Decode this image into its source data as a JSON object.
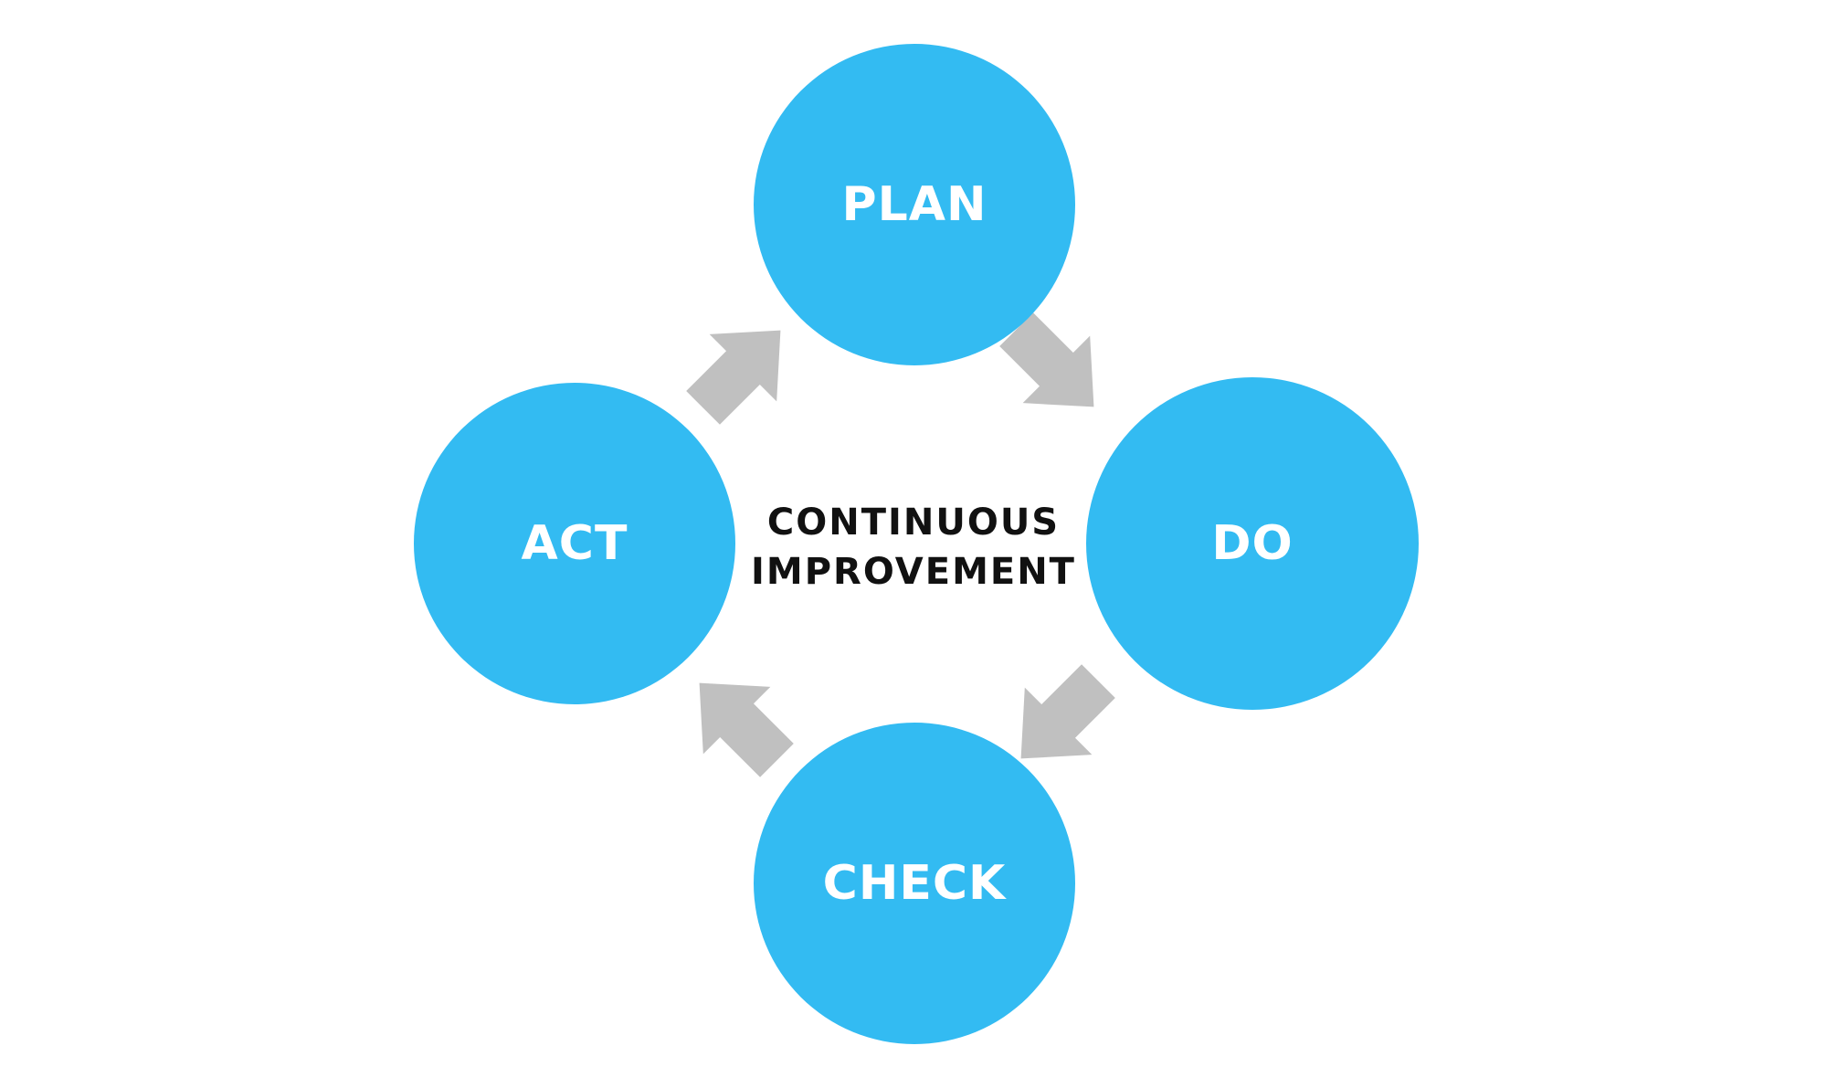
{
  "diagram": {
    "center_line1": "CONTINUOUS",
    "center_line2": "IMPROVEMENT",
    "nodes": [
      {
        "id": "plan",
        "label": "PLAN"
      },
      {
        "id": "do",
        "label": "DO"
      },
      {
        "id": "check",
        "label": "CHECK"
      },
      {
        "id": "act",
        "label": "ACT"
      }
    ],
    "edges": [
      {
        "from": "plan",
        "to": "do"
      },
      {
        "from": "do",
        "to": "check"
      },
      {
        "from": "check",
        "to": "act"
      },
      {
        "from": "act",
        "to": "plan"
      }
    ]
  },
  "colors": {
    "node_fill": "#33bbf2",
    "node_text": "#ffffff",
    "arrow_fill": "#c0c0c0",
    "center_text": "#111111",
    "background": "#ffffff"
  }
}
